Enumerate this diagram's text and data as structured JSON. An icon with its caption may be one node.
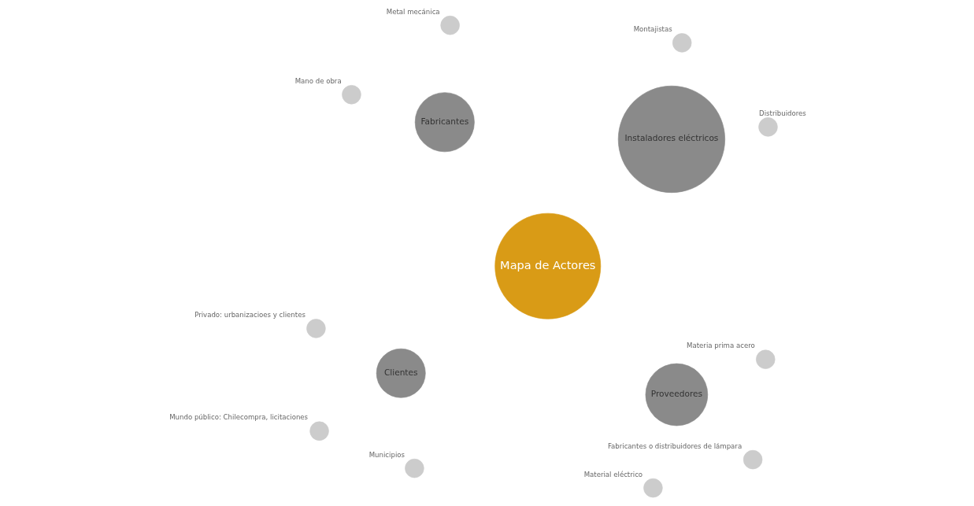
{
  "diagram": {
    "nodes": [
      {
        "text": [],
        "shape": "circle",
        "beside": [
          "Privado: urbanizacioes y clientes"
        ]
      },
      {
        "text": [],
        "shape": "circle",
        "beside": [
          "Fabricantes o distribuidores de lámpara"
        ]
      },
      {
        "text": [],
        "shape": "circle",
        "beside": [
          "Municipios"
        ]
      },
      {
        "text": [
          "Clientes"
        ]
      },
      {
        "text": [],
        "shape": "circle",
        "beside": [
          "Materia prima acero"
        ]
      },
      {
        "text": [
          "Proveedores"
        ]
      },
      {
        "text": [],
        "shape": "circle",
        "beside": [
          "Mundo público: Chilecompra, licitaciones"
        ]
      },
      {
        "text": [],
        "shape": "circle",
        "beside": [
          "Material eléctrico"
        ]
      },
      {
        "text": [
          "Mapa de Actores"
        ]
      },
      {
        "text": [],
        "shape": "circle",
        "beside": [
          "Distribuidores"
        ]
      },
      {
        "text": [],
        "shape": "circle",
        "beside": [
          "Mano de obra"
        ]
      },
      {
        "text": [
          "Fabricantes"
        ]
      },
      {
        "text": [
          "Instaladores eléctricos"
        ]
      },
      {
        "text": [],
        "shape": "circle",
        "beside": [
          "Metal mecánica"
        ]
      },
      {
        "text": [],
        "shape": "circle",
        "beside": [
          "Montajistas"
        ]
      }
    ],
    "edges": []
  }
}
